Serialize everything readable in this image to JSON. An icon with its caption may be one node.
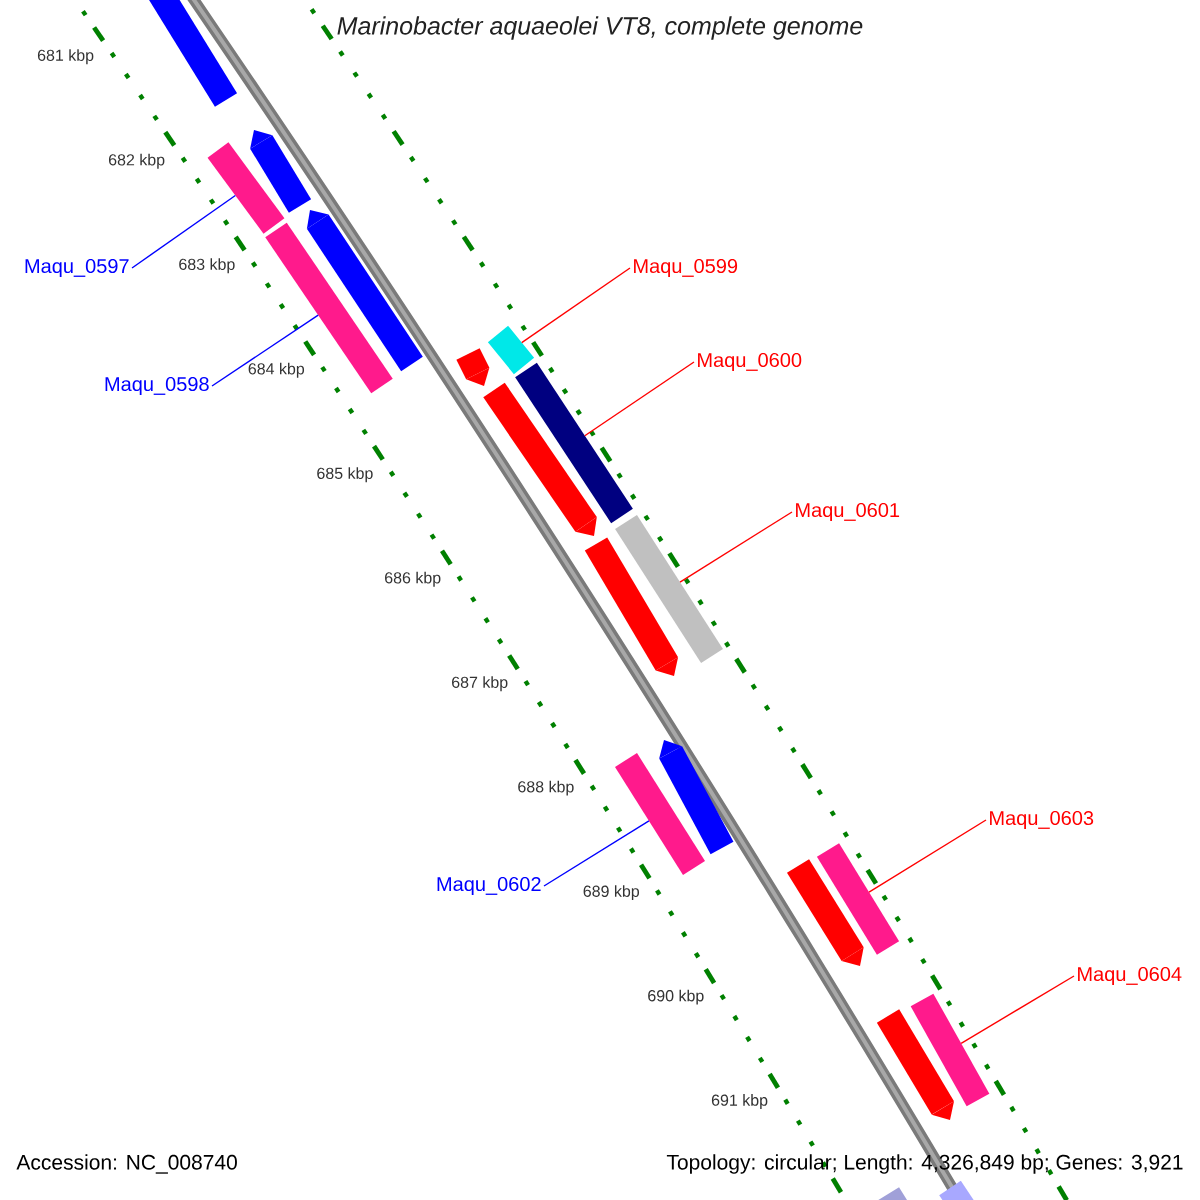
{
  "diagram": {
    "title": "Marinobacter aquaeolei VT8, complete genome",
    "nodes": [
      {
        "text": [],
        "shape": "bar"
      },
      {
        "text": [],
        "shape": "pentagon"
      },
      {
        "text": [],
        "shape": "bar"
      },
      {
        "text": [],
        "shape": "pentagon"
      },
      {
        "text": [],
        "shape": "bar"
      },
      {
        "text": [
          "Maqu_0597"
        ]
      },
      {
        "text": [
          "Maqu_0599"
        ]
      },
      {
        "text": [],
        "shape": "bar"
      },
      {
        "text": [],
        "shape": "pentagon"
      },
      {
        "text": [
          "Maqu_0600"
        ]
      },
      {
        "text": [
          "Maqu_0598"
        ]
      },
      {
        "text": [],
        "shape": "bar"
      },
      {
        "text": [],
        "shape": "pentagon"
      },
      {
        "text": [
          "Maqu_0601"
        ]
      },
      {
        "text": [],
        "shape": "bar"
      },
      {
        "text": [],
        "shape": "pentagon"
      },
      {
        "text": [],
        "shape": "pentagon"
      },
      {
        "text": [],
        "shape": "bar"
      },
      {
        "text": [
          "Maqu_0603"
        ]
      },
      {
        "text": [
          "Maqu_0602"
        ]
      },
      {
        "text": [],
        "shape": "bar"
      },
      {
        "text": [],
        "shape": "pentagon"
      },
      {
        "text": [
          "Maqu_0604"
        ]
      },
      {
        "text": [],
        "shape": "bar"
      },
      {
        "text": [],
        "shape": "pentagon"
      },
      {
        "text": [],
        "shape": "bar"
      },
      {
        "text": [],
        "shape": "bar"
      }
    ],
    "edges": [
      {
        "from": 5,
        "to": 2,
        "arrow": "none",
        "color": "#0000ff"
      },
      {
        "from": 6,
        "to": 7,
        "arrow": "none"
      },
      {
        "from": 9,
        "to": 11,
        "arrow": "none"
      },
      {
        "from": 10,
        "to": 4,
        "arrow": "none",
        "color": "#0000ff"
      },
      {
        "from": 13,
        "to": 14,
        "arrow": "none"
      },
      {
        "from": 18,
        "to": 20,
        "arrow": "none"
      },
      {
        "from": 19,
        "to": 17,
        "arrow": "none",
        "color": "#0000ff"
      },
      {
        "from": 22,
        "to": 23,
        "arrow": "none"
      }
    ],
    "labels": [
      "681 kbp",
      "682 kbp",
      "683 kbp",
      "684 kbp",
      "685 kbp",
      "686 kbp",
      "687 kbp",
      "688 kbp",
      "689 kbp",
      "690 kbp",
      "691 kbp",
      "Accession: NC_008740",
      "Topology: circular; Length: 4,326,849 bp; Genes: 3,921"
    ]
  }
}
